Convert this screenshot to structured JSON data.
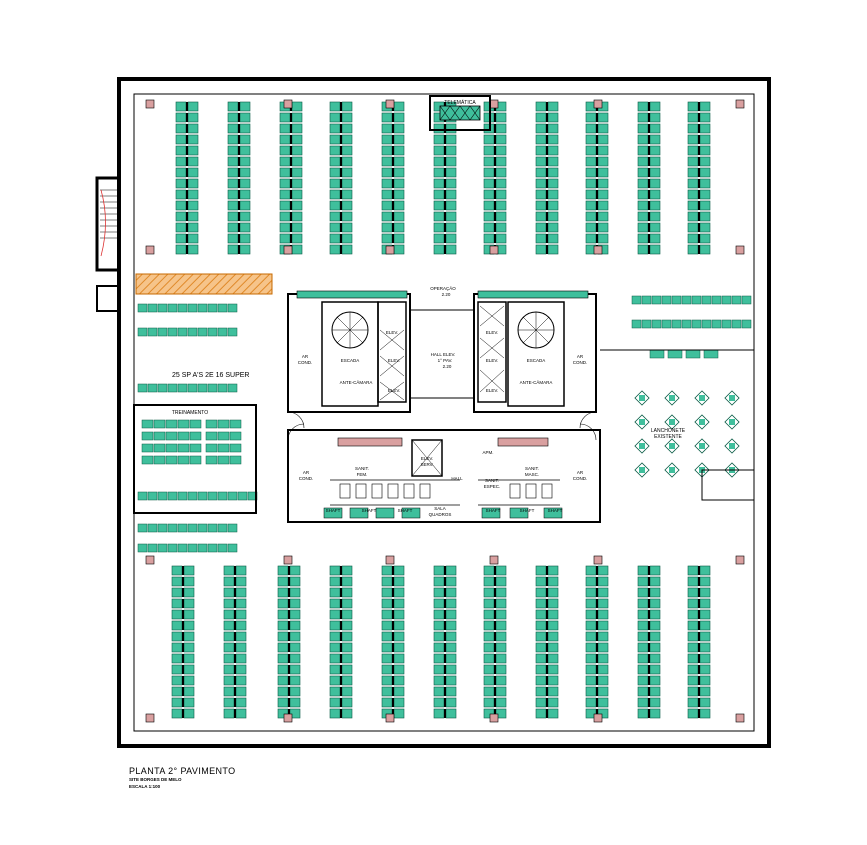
{
  "drawing": {
    "title": "PLANTA 2° PAVIMENTO",
    "subtitle": "SITE BORGES DE MELO",
    "scale": "ESCALA 1:100"
  },
  "rooms": {
    "telematica": "TELEMÁTICA",
    "operacao": "OPERAÇÃO",
    "operacao_level": "2.20",
    "hall_elev_1": "HALL ELEV.",
    "hall_elev_2": "1° PAV.",
    "hall_elev_3": "2.20",
    "elev": "ELEV.",
    "escada": "ESCADA",
    "ante_camara": "ANTE-CÂMARA",
    "ar_cond_1": "AR",
    "ar_cond_2": "COND.",
    "treinamento": "TREINAMENTO",
    "lanchonete_1": "LANCHONETE",
    "lanchonete_2": "EXISTENTE",
    "sanit_fem_1": "SANIT.",
    "sanit_fem_2": "FEM.",
    "sanit_masc_1": "SANIT.",
    "sanit_masc_2": "MASC.",
    "sanit_espec_1": "SANIT.",
    "sanit_espec_2": "ESPEC.",
    "elev_serv_1": "ELEV.",
    "elev_serv_2": "SERV.",
    "hall": "HALL",
    "apm": "APM.",
    "sala_quadros_1": "SALA",
    "sala_quadros_2": "QUADROS",
    "shaft": "SHAFT",
    "pa_note": "25 SP A'S 2E  16 SUPER"
  },
  "colors": {
    "wall": "#000000",
    "workstation": "#3fbf9c",
    "workstation_dark": "#0a5c46",
    "column": "#d9a0a0",
    "hatch": "#f2a14b",
    "chair": "#2fa884"
  }
}
